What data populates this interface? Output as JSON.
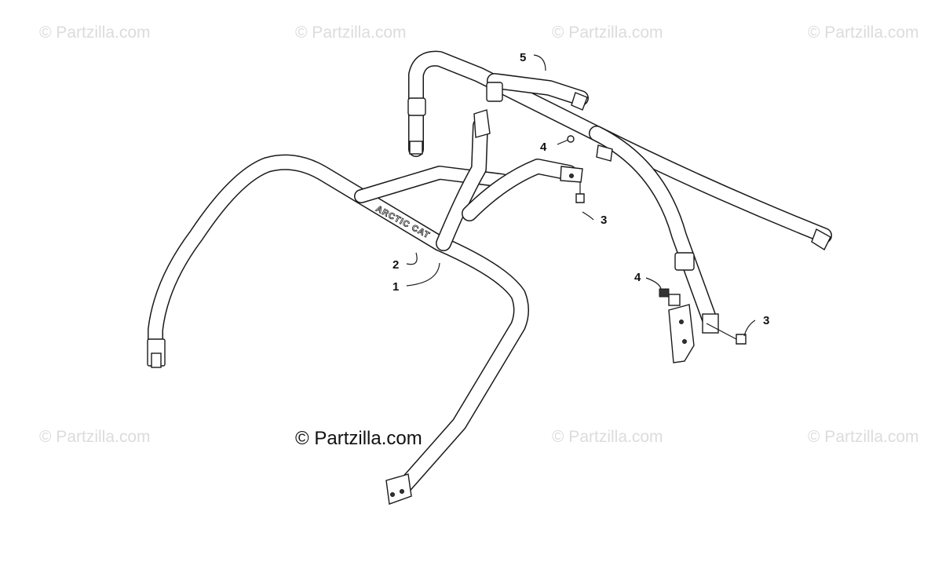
{
  "watermarks": {
    "small": "© Partzilla.com",
    "main": "© Partzilla.com"
  },
  "branding": {
    "tube_lettering": "ARCTIC CAT"
  },
  "callouts": [
    "5",
    "4",
    "3",
    "2",
    "1",
    "4",
    "3"
  ],
  "colors": {
    "background": "#ffffff",
    "line_art": "#1a1a1a",
    "watermark": "#dcdcdc"
  }
}
